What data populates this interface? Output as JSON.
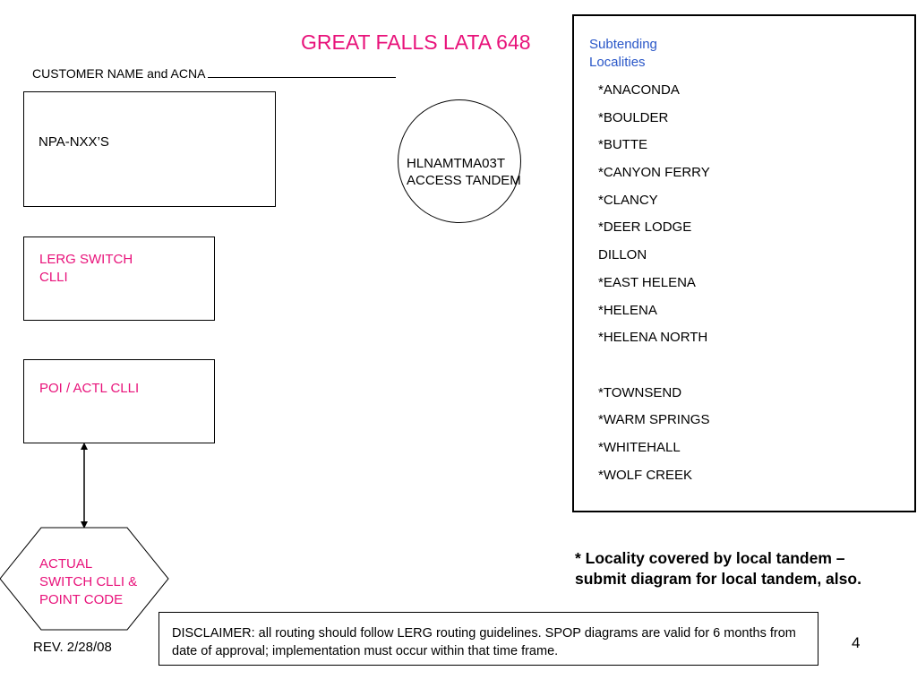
{
  "title": "GREAT FALLS LATA 648",
  "customer_label": "CUSTOMER NAME and ACNA",
  "boxes": {
    "npa_label": "NPA-NXX’S",
    "lerg_line1": "LERG SWITCH",
    "lerg_line2": "CLLI",
    "poi_label": "POI / ACTL CLLI",
    "actual_line1": "ACTUAL",
    "actual_line2": "SWITCH CLLI &",
    "actual_line3": "POINT CODE"
  },
  "tandem": {
    "line1": "HLNAMTMA03T",
    "line2": "ACCESS TANDEM"
  },
  "localities": {
    "title_line1": "Subtending",
    "title_line2": "Localities",
    "items": [
      "*ANACONDA",
      "*BOULDER",
      "*BUTTE",
      "*CANYON FERRY",
      "*CLANCY",
      "*DEER LODGE",
      "DILLON",
      "*EAST HELENA",
      "*HELENA",
      "*HELENA NORTH",
      "",
      "*TOWNSEND",
      "*WARM SPRINGS",
      "*WHITEHALL",
      "*WOLF CREEK"
    ]
  },
  "footnote": "* Locality covered by local tandem – submit diagram for local tandem, also.",
  "disclaimer": "DISCLAIMER: all routing should follow LERG routing guidelines. SPOP diagrams are valid for 6 months from date of approval; implementation must occur within that time frame.",
  "revision": "REV. 2/28/08",
  "page_number": "4",
  "colors": {
    "accent_pink": "#e8127a",
    "heading_blue": "#2a57c8"
  }
}
